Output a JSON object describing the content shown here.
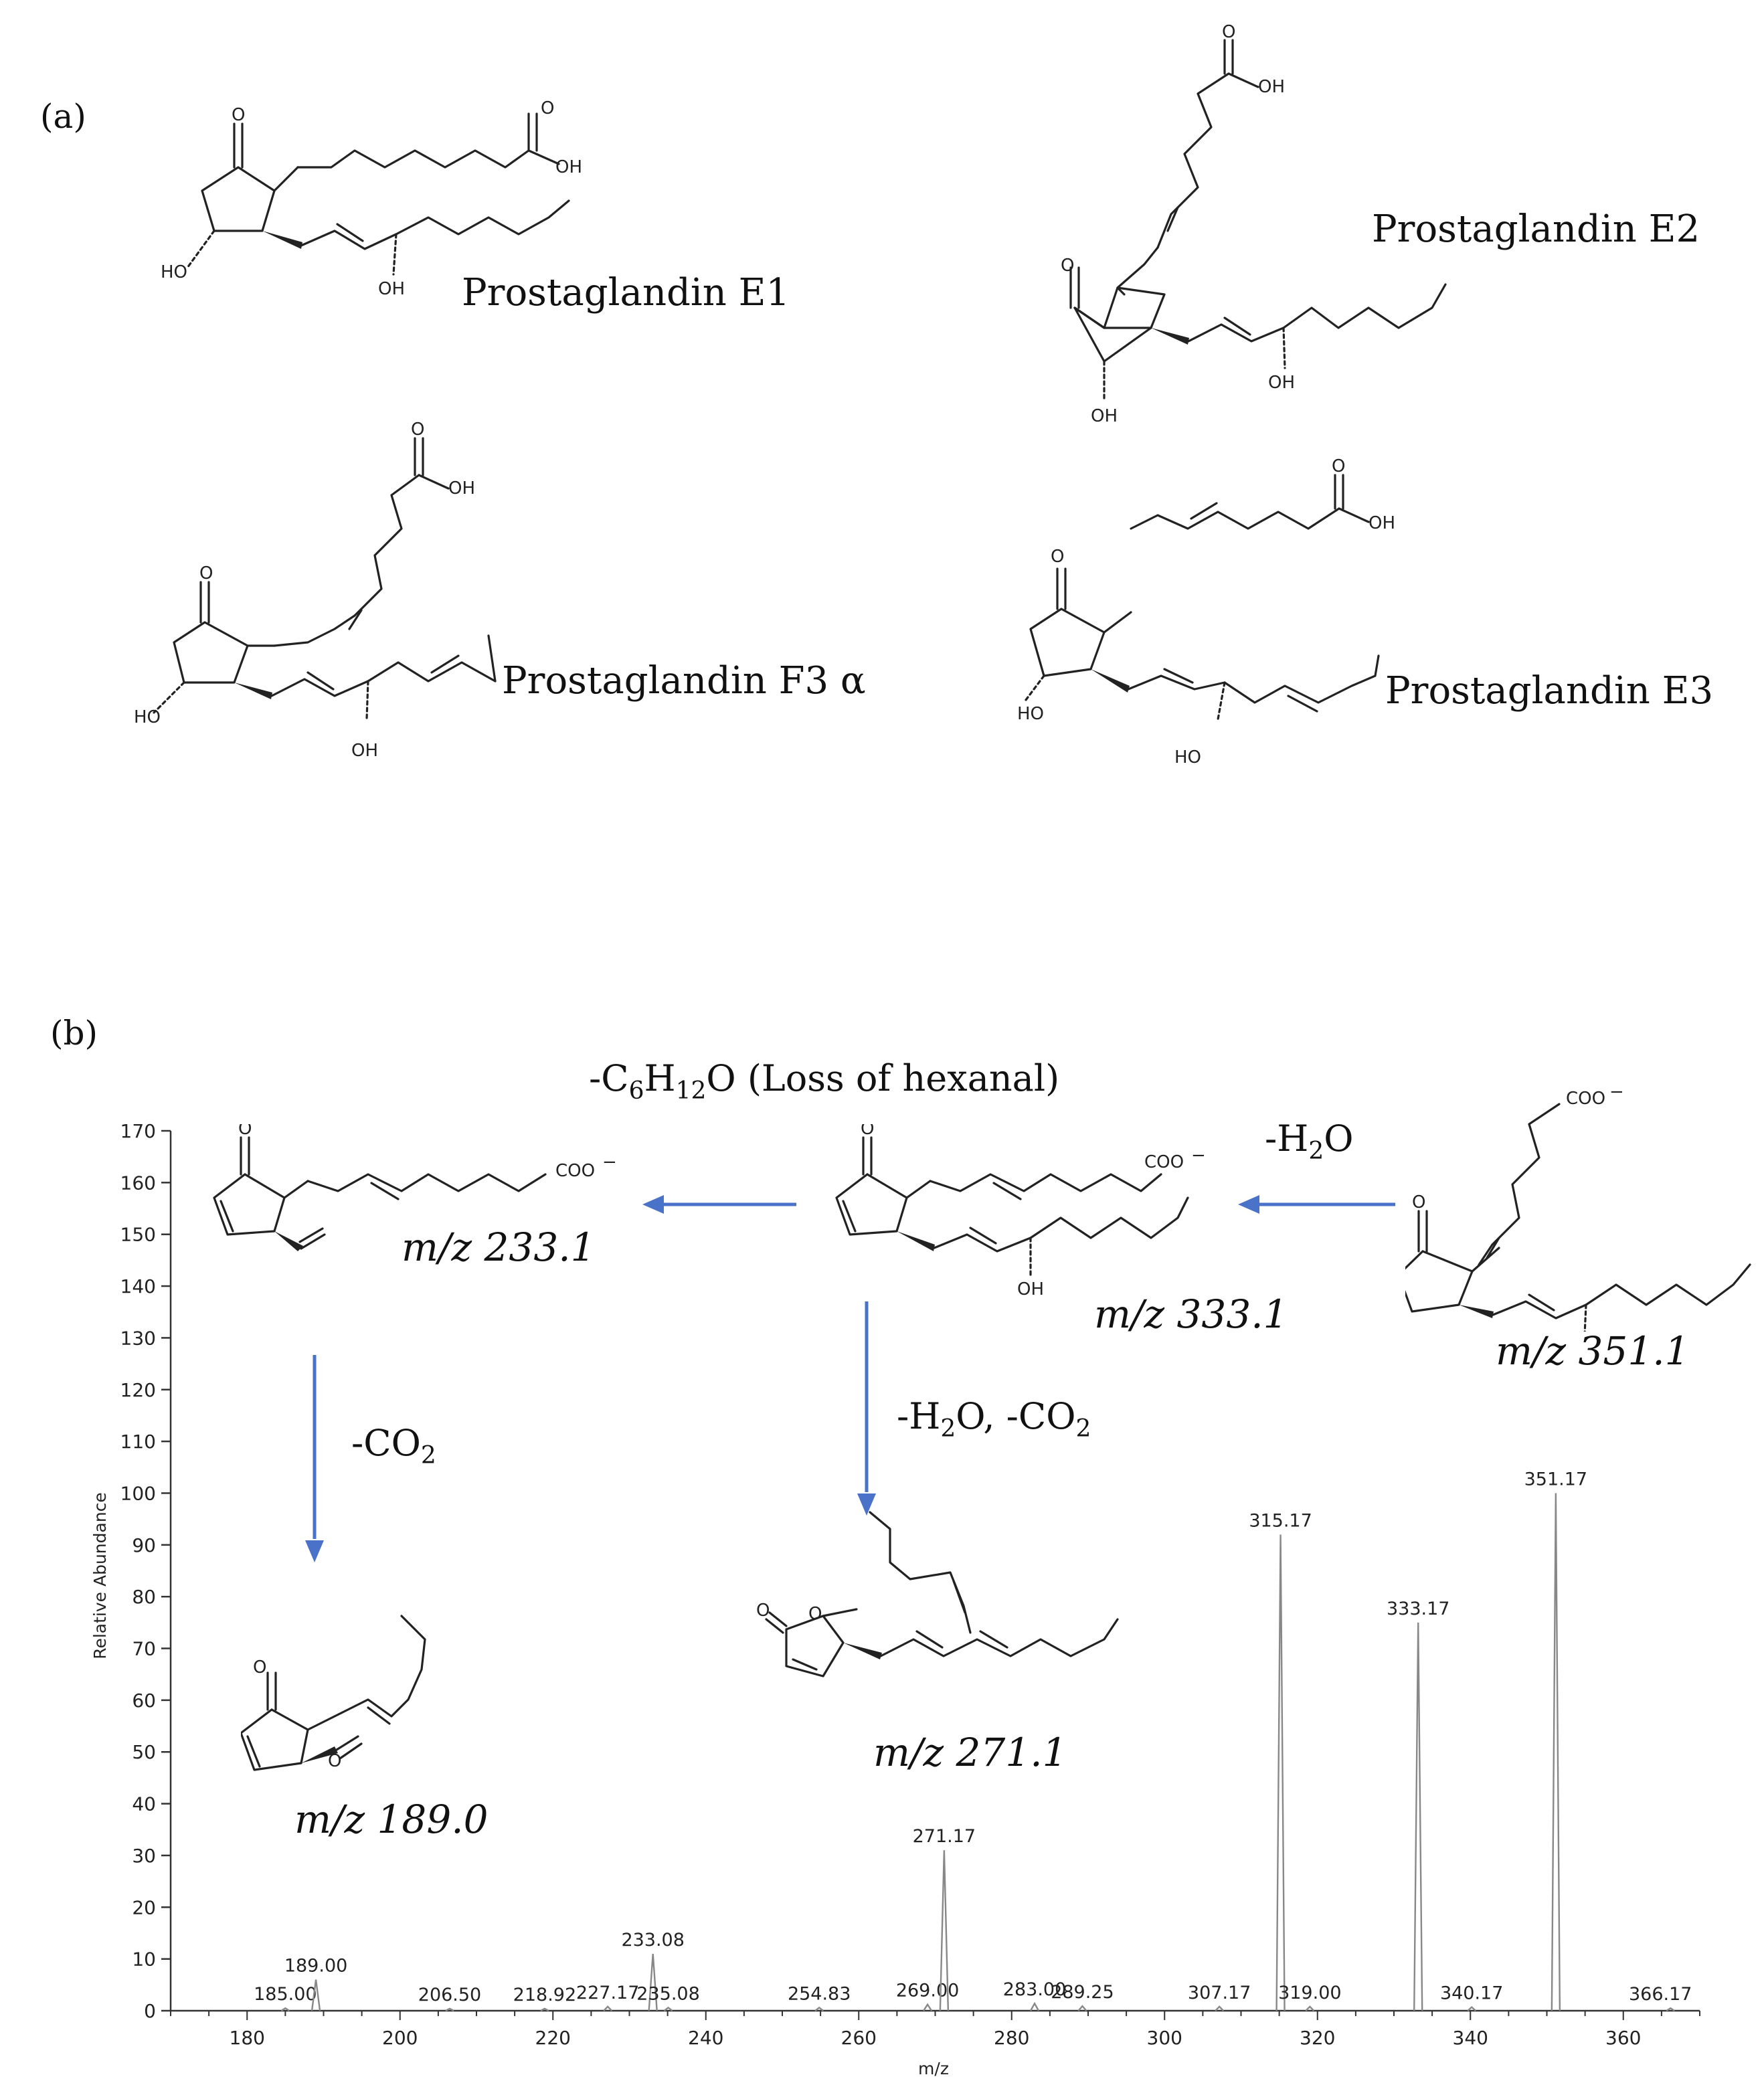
{
  "panel_a": {
    "label": "(a)",
    "compounds": [
      "Prostaglandin E1",
      "Prostaglandin E2",
      "Prostaglandin F3  α",
      "Prostaglandin E3"
    ]
  },
  "panel_b": {
    "label": "(b)",
    "losses": {
      "hexanal": "(Loss of hexanal)",
      "water_prefix": "-H",
      "water_suffix": "O",
      "co2_prefix": "-CO",
      "h2o_co2_a": "-H",
      "h2o_co2_b": "O, -CO"
    },
    "fragments": [
      "m/z 233.1",
      "m/z 333.1",
      "m/z 351.1",
      "m/z 189.0",
      "m/z 271.1"
    ]
  },
  "atoms": {
    "O": "O",
    "OH": "OH",
    "HO": "HO",
    "COO": "COO",
    "minus": "−"
  },
  "chart_data": {
    "type": "bar",
    "xlabel": "m/z",
    "ylabel": "Relative Abundance",
    "xlim": [
      170,
      370
    ],
    "ylim": [
      0,
      170
    ],
    "x_ticks": [
      180,
      200,
      220,
      240,
      260,
      280,
      300,
      320,
      340,
      360
    ],
    "y_ticks": [
      0,
      10,
      20,
      30,
      40,
      50,
      60,
      70,
      80,
      90,
      100,
      110,
      120,
      130,
      140,
      150,
      160,
      170
    ],
    "peaks": [
      {
        "mz": 185.0,
        "abundance": 0.5,
        "label": "185.00"
      },
      {
        "mz": 189.0,
        "abundance": 6,
        "label": "189.00"
      },
      {
        "mz": 206.5,
        "abundance": 0.4,
        "label": "206.50"
      },
      {
        "mz": 218.92,
        "abundance": 0.4,
        "label": "218.92"
      },
      {
        "mz": 227.17,
        "abundance": 0.8,
        "label": "227.17"
      },
      {
        "mz": 233.08,
        "abundance": 11,
        "label": "233.08"
      },
      {
        "mz": 235.08,
        "abundance": 0.6,
        "label": "235.08"
      },
      {
        "mz": 254.83,
        "abundance": 0.6,
        "label": "254.83"
      },
      {
        "mz": 269.0,
        "abundance": 1.2,
        "label": "269.00"
      },
      {
        "mz": 271.17,
        "abundance": 31,
        "label": "271.17"
      },
      {
        "mz": 283.0,
        "abundance": 1.4,
        "label": "283.00"
      },
      {
        "mz": 289.25,
        "abundance": 0.9,
        "label": "289.25"
      },
      {
        "mz": 307.17,
        "abundance": 0.8,
        "label": "307.17"
      },
      {
        "mz": 315.17,
        "abundance": 92,
        "label": "315.17"
      },
      {
        "mz": 319.0,
        "abundance": 0.8,
        "label": "319.00"
      },
      {
        "mz": 333.17,
        "abundance": 75,
        "label": "333.17"
      },
      {
        "mz": 340.17,
        "abundance": 0.7,
        "label": "340.17"
      },
      {
        "mz": 351.17,
        "abundance": 100,
        "label": "351.17"
      },
      {
        "mz": 366.17,
        "abundance": 0.5,
        "label": "366.17"
      }
    ]
  }
}
